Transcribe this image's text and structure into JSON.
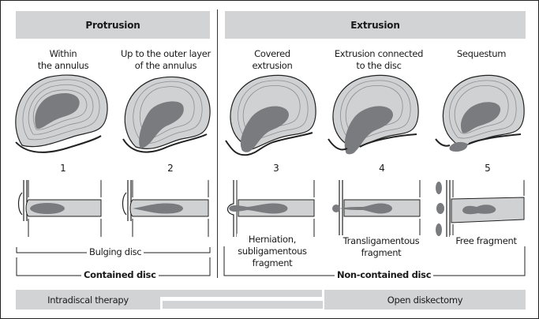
{
  "headers": {
    "protrusion": "Protrusion",
    "extrusion": "Extrusion"
  },
  "stages": [
    {
      "number": "1",
      "title_lines": [
        "Within",
        "the annulus"
      ],
      "side_label": ""
    },
    {
      "number": "2",
      "title_lines": [
        "Up to the outer layer",
        "of the annulus"
      ],
      "side_label": ""
    },
    {
      "number": "3",
      "title_lines": [
        "Covered",
        "extrusion"
      ],
      "side_label_lines": [
        "Herniation,",
        "subligamentous",
        "fragment"
      ]
    },
    {
      "number": "4",
      "title_lines": [
        "Extrusion connected",
        "to the disc"
      ],
      "side_label_lines": [
        "Transligamentous",
        "fragment"
      ]
    },
    {
      "number": "5",
      "title_lines": [
        "Sequestum",
        ""
      ],
      "side_label_lines": [
        "Free fragment"
      ]
    }
  ],
  "brackets": {
    "bulging": "Bulging disc",
    "contained": "Contained disc",
    "non_contained": "Non-contained disc"
  },
  "therapies": {
    "left": "Intradiscal therapy",
    "right": "Open diskectomy"
  },
  "colors": {
    "banner": "#d2d3d5",
    "annulus": "#d0d1d3",
    "nucleus": "#7a7b7e",
    "line": "#222222"
  }
}
